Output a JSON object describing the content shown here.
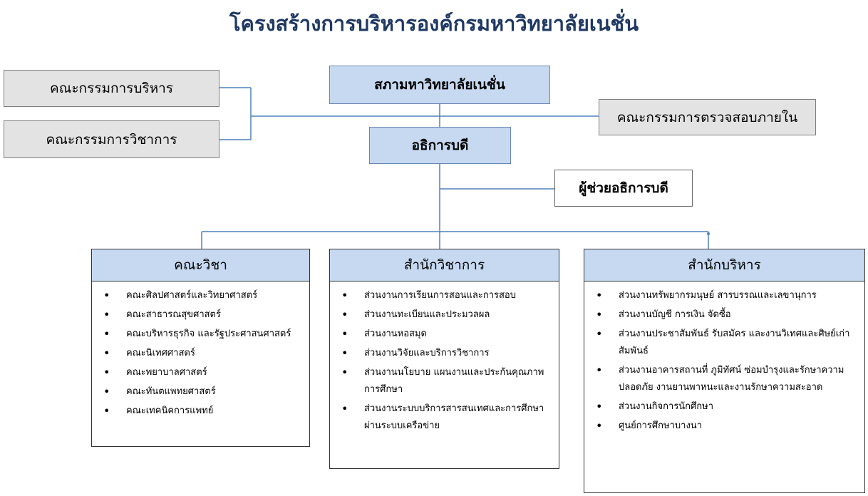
{
  "title": "โครงสร้างการบริหารองค์กรมหาวิทยาลัยเนชั่น",
  "boxes": {
    "exec_committee": "คณะกรรมการบริหาร",
    "academic_committee": "คณะกรรมการวิชาการ",
    "council": "สภามหาวิทยาลัยเนชั่น",
    "audit_committee": "คณะกรรมการตรวจสอบภายใน",
    "president": "อธิการบดี",
    "assistant_president": "ผู้ช่วยอธิการบดี"
  },
  "columns": [
    {
      "name": "faculties",
      "header": "คณะวิชา",
      "items": [
        "คณะศิลปศาสตร์และวิทยาศาสตร์",
        "คณะสาธารณสุขศาสตร์",
        "คณะบริหารธุรกิจ และรัฐประศาสนศาสตร์",
        "คณะนิเทศศาสตร์",
        "คณะพยาบาลศาสตร์",
        "คณะทันตแพทยศาสตร์",
        "คณะเทคนิคการแพทย์"
      ]
    },
    {
      "name": "academic-office",
      "header": "สำนักวิชาการ",
      "items": [
        "ส่วนงานการเรียนการสอนและการสอบ",
        "ส่วนงานทะเบียนและประมวลผล",
        "ส่วนงานหอสมุด",
        "ส่วนงานวิจัยและบริการวิชาการ",
        "ส่วนงานนโยบาย แผนงานและประกันคุณภาพการศึกษา",
        "ส่วนงานระบบบริการสารสนเทศและการศึกษาผ่านระบบเครือข่าย"
      ]
    },
    {
      "name": "admin-office",
      "header": "สำนักบริหาร",
      "items": [
        "ส่วนงานทรัพยากรมนุษย์ สารบรรณและเลขานุการ",
        "ส่วนงานบัญชี การเงิน จัดซื้อ",
        "ส่วนงานประชาสัมพันธ์ รับสมัคร และงานวิเทศและศิษย์เก่าสัมพันธ์",
        "ส่วนงานอาคารสถานที่ ภูมิทัศน์ ซ่อมบำรุงและรักษาความปลอดภัย งานยานพาหนะและงานรักษาความสะอาด",
        "ส่วนงานกิจการนักศึกษา",
        "ศูนย์การศึกษาบางนา"
      ]
    }
  ],
  "colors": {
    "title": "#1f3864",
    "box_blue": "#c6d9f1",
    "box_gray": "#e3e3e3",
    "connector": "#4f81bd"
  }
}
